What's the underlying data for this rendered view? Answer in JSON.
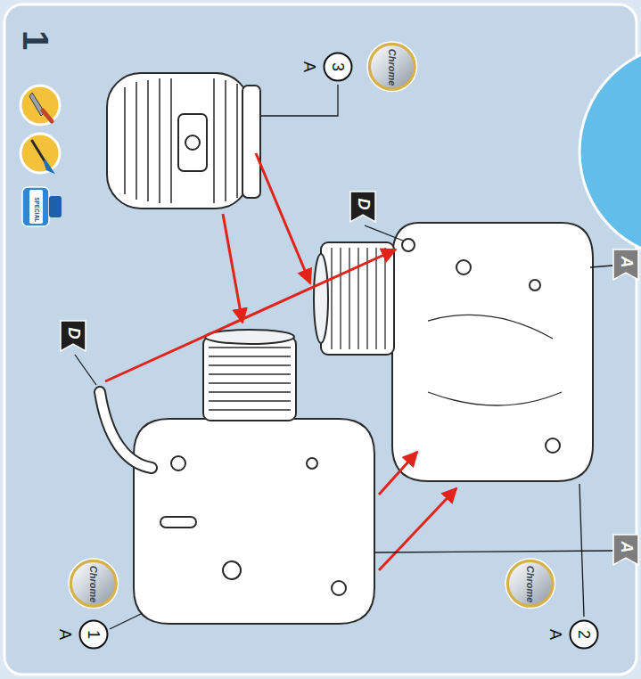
{
  "diagram": {
    "nodes": [
      {
        "text": [
          "3",
          "A"
        ]
      },
      {
        "text": [
          "Chrome"
        ]
      },
      {
        "text": [
          "D"
        ]
      },
      {
        "text": [
          "D"
        ]
      },
      {
        "text": [
          "A"
        ]
      },
      {
        "text": [
          "A"
        ]
      },
      {
        "text": [
          "1",
          "A"
        ]
      },
      {
        "text": [
          "Chrome"
        ]
      },
      {
        "text": [
          "2",
          "A"
        ]
      },
      {
        "text": [
          "Chrome"
        ]
      }
    ],
    "labels": [
      "1",
      "SPECIAL"
    ]
  }
}
